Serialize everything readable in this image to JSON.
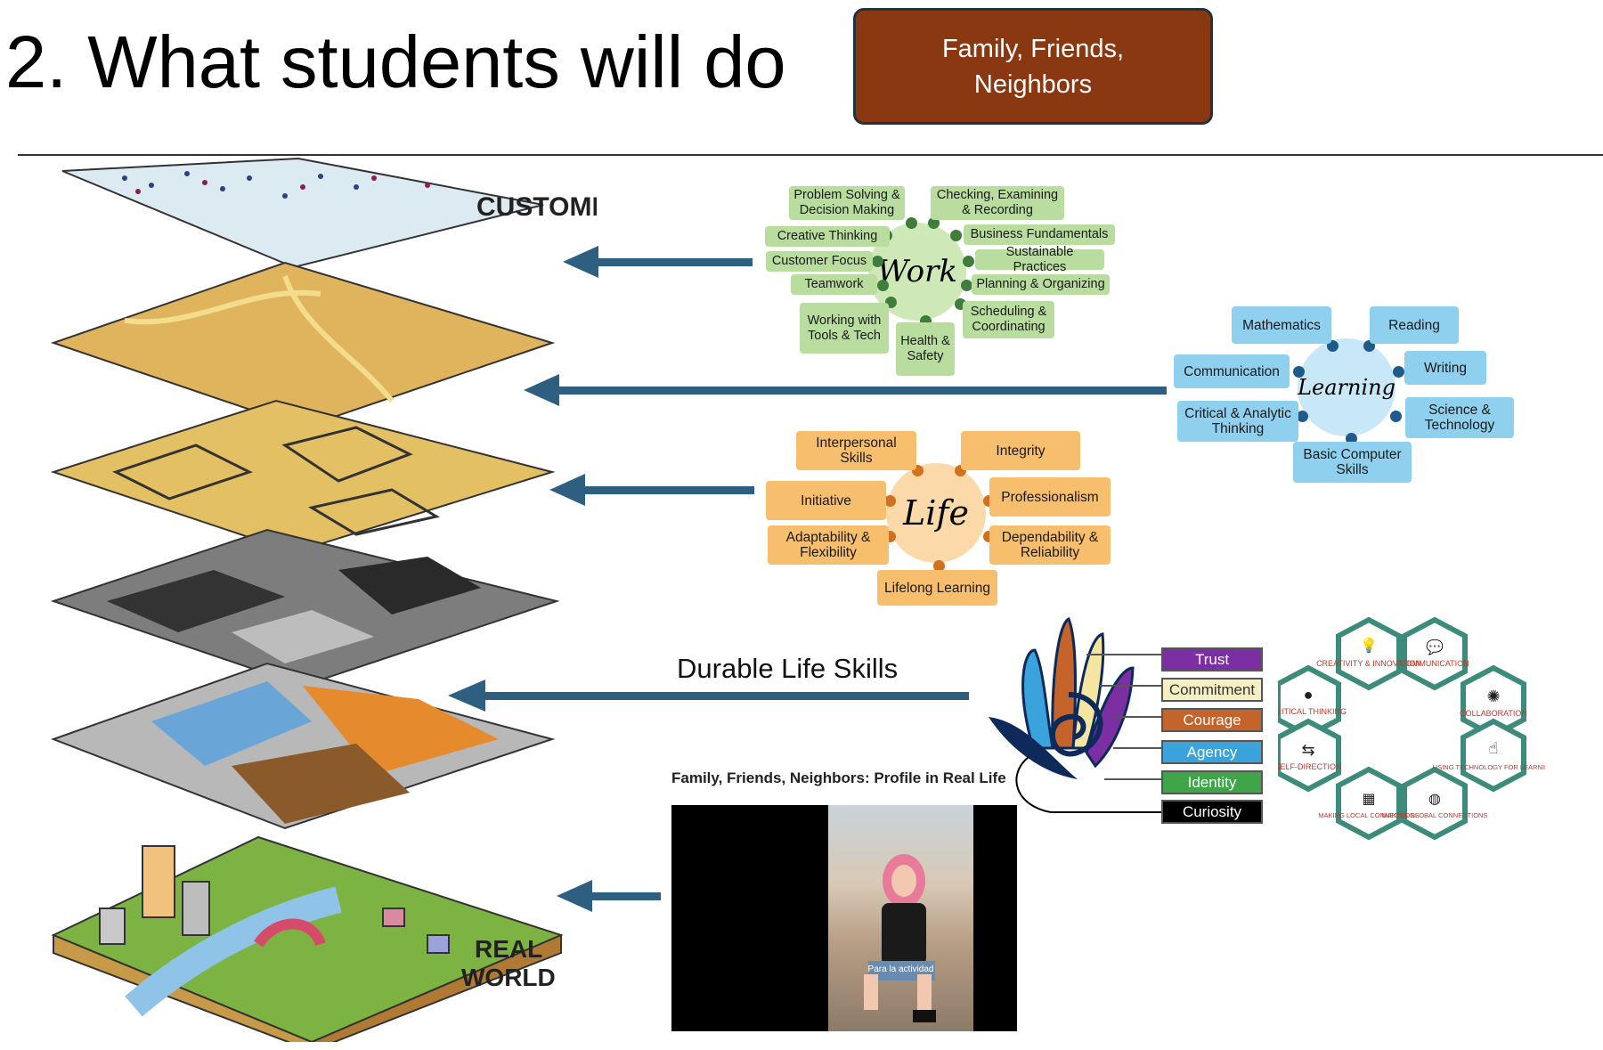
{
  "slide": {
    "title": "2. What students will do",
    "family_button": {
      "line1": "Family, Friends,",
      "line2": "Neighbors"
    }
  },
  "map_layers": {
    "top_label": "CUSTOMERS",
    "bottom_label_1": "REAL",
    "bottom_label_2": "WORLD"
  },
  "work": {
    "hub": "Work",
    "skills": [
      "Problem Solving & Decision Making",
      "Checking, Examining & Recording",
      "Creative Thinking",
      "Business Fundamentals",
      "Customer Focus",
      "Sustainable Practices",
      "Teamwork",
      "Planning & Organizing",
      "Working with Tools & Tech",
      "Health & Safety",
      "Scheduling & Coordinating"
    ]
  },
  "learning": {
    "hub": "Learning",
    "skills": [
      "Mathematics",
      "Reading",
      "Communication",
      "Writing",
      "Critical & Analytic Thinking",
      "Science & Technology",
      "Basic Computer Skills"
    ]
  },
  "life": {
    "hub": "Life",
    "skills": [
      "Interpersonal Skills",
      "Integrity",
      "Initiative",
      "Professionalism",
      "Adaptability & Flexibility",
      "Dependability & Reliability",
      "Lifelong Learning"
    ]
  },
  "durable": {
    "label": "Durable Life Skills",
    "values": [
      {
        "label": "Trust",
        "color": "#7b2fa3"
      },
      {
        "label": "Commitment",
        "color": "#f7efc4"
      },
      {
        "label": "Courage",
        "color": "#c4632a"
      },
      {
        "label": "Agency",
        "color": "#3aa3dc"
      },
      {
        "label": "Identity",
        "color": "#3fa548"
      },
      {
        "label": "Curiosity",
        "color": "#000000"
      }
    ]
  },
  "competencies": [
    {
      "label": "CREATIVITY & INNOVATION",
      "icon": "lightbulb-icon"
    },
    {
      "label": "COMMUNICATION",
      "icon": "chat-icon"
    },
    {
      "label": "CRITICAL THINKING",
      "icon": "head-gear-icon"
    },
    {
      "label": "COLLABORATION",
      "icon": "network-icon"
    },
    {
      "label": "SELF-DIRECTION",
      "icon": "arrows-icon"
    },
    {
      "label": "USING TECHNOLOGY FOR LEARNING",
      "icon": "pointer-hand-icon"
    },
    {
      "label": "MAKING LOCAL CONNECTIONS",
      "icon": "map-icon"
    },
    {
      "label": "MAKING GLOBAL CONNECTIONS",
      "icon": "globe-icon"
    }
  ],
  "video": {
    "caption": "Family, Friends, Neighbors: Profile in Real Life",
    "subtitle": "Para la actividad"
  },
  "colors": {
    "accent_brown": "#8a3811",
    "arrow_blue": "#2f5f80",
    "work_green": "#b9dc9f",
    "learning_blue": "#8fd0ef",
    "life_orange": "#f6be6d",
    "hex_green": "#3d8b7a",
    "hex_text_red": "#c0392b"
  }
}
